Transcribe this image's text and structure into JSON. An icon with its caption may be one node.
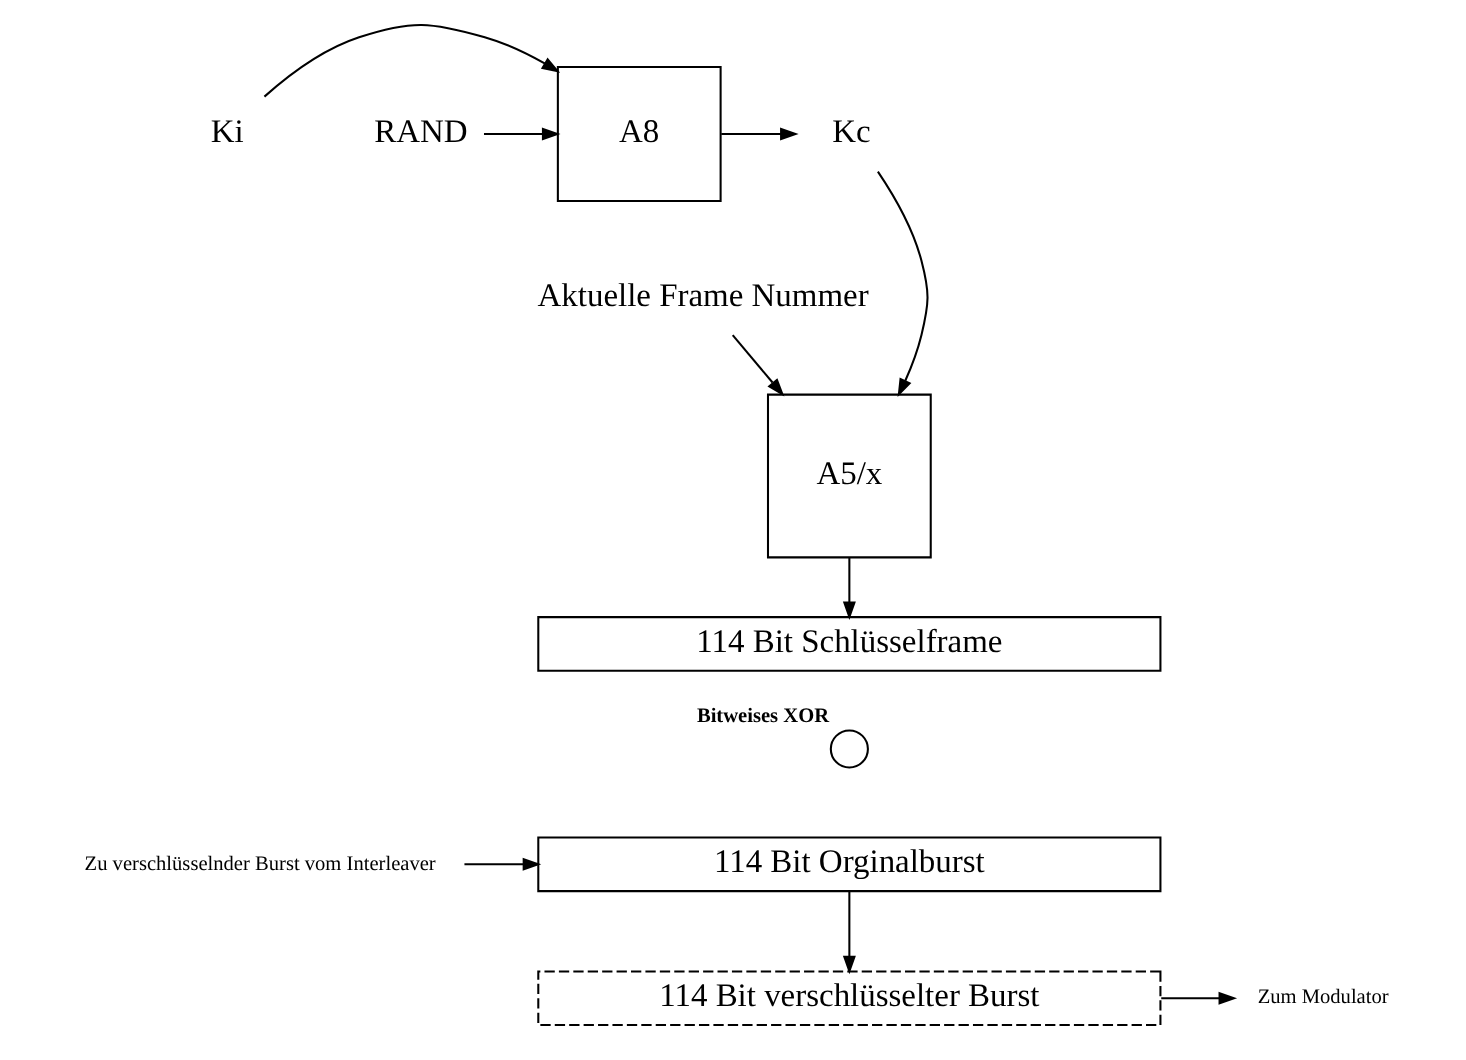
{
  "diagram": {
    "nodes": [
      {
        "text": [
          "Ki"
        ]
      },
      {
        "text": [
          "RAND"
        ]
      },
      {
        "text": [
          "A8"
        ]
      },
      {
        "text": [
          "Kc"
        ]
      },
      {
        "text": [
          "Aktuelle Frame Nummer"
        ]
      },
      {
        "text": [
          "A5/x"
        ]
      },
      {
        "text": [
          "114 Bit Schlüsselframe"
        ]
      },
      {
        "text": [],
        "shape": "circle",
        "beside": [
          "Bitweises XOR"
        ]
      },
      {
        "text": [
          "Zu verschlüsselnder Burst vom Interleaver"
        ]
      },
      {
        "text": [
          "114 Bit Orginalburst"
        ]
      },
      {
        "text": [
          "114 Bit verschlüsselter Burst"
        ]
      },
      {
        "text": [
          "Zum Modulator"
        ]
      }
    ],
    "edges": [
      {
        "from": 0,
        "to": 2,
        "arrow": "to"
      },
      {
        "from": 1,
        "to": 2,
        "arrow": "to"
      },
      {
        "from": 2,
        "to": 3,
        "arrow": "to"
      },
      {
        "from": 3,
        "to": 5,
        "arrow": "to"
      },
      {
        "from": 4,
        "to": 5,
        "arrow": "to"
      },
      {
        "from": 5,
        "to": 6,
        "arrow": "to"
      },
      {
        "from": 8,
        "to": 9,
        "arrow": "to"
      },
      {
        "from": 9,
        "to": 10,
        "arrow": "to"
      },
      {
        "from": 10,
        "to": 11,
        "arrow": "to"
      }
    ]
  }
}
